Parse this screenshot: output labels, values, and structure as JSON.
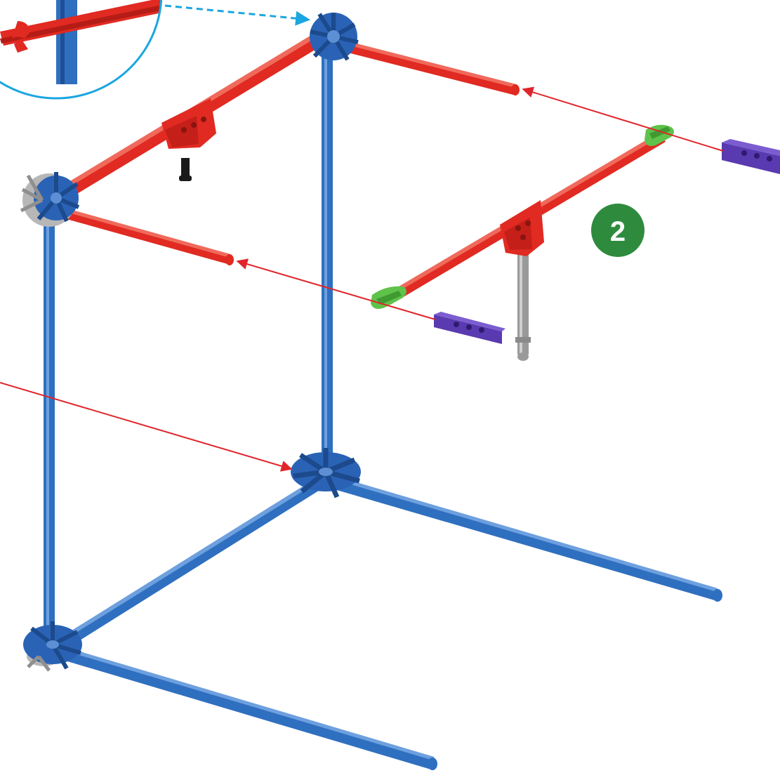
{
  "step": {
    "number": "2",
    "badge_color": "#2e8b3e"
  },
  "colors": {
    "frame_rod": "#2f6fbf",
    "frame_rod_dark": "#1f4f94",
    "top_rod": "#e02a22",
    "top_rod_dark": "#b51c16",
    "connector_blue": "#2a63b5",
    "connector_gray": "#b7b7b7",
    "clip_green": "#5fc24a",
    "clip_purple": "#5a3ab0",
    "peg_gray": "#9a9a9a",
    "peg_black": "#1a1a1a",
    "arrow_red": "#e0252b",
    "detail_circle": "#1aa6e0"
  },
  "parts": {
    "inset": {
      "icon": "detail-magnifier-inset"
    },
    "connectors": [
      "top-back-connector",
      "top-left-connector",
      "bottom-center-connector",
      "bottom-left-connector"
    ],
    "clips": [
      "green-clip-left",
      "green-clip-right"
    ],
    "purple_pieces": [
      "purple-piece-left",
      "purple-piece-right"
    ],
    "pegs": [
      "gray-peg",
      "black-peg"
    ]
  }
}
